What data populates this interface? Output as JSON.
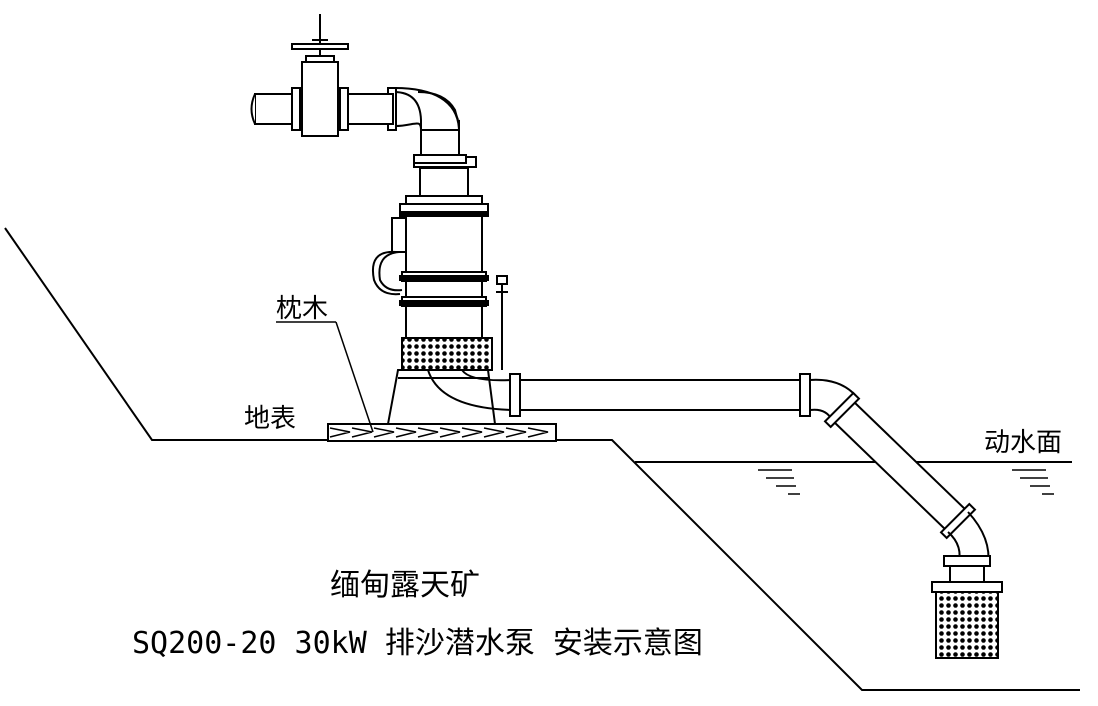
{
  "labels": {
    "sleeper": "枕木",
    "ground_surface": "地表",
    "dynamic_water_level": "动水面"
  },
  "title": {
    "line1": "缅甸露天矿",
    "line2": "SQ200-20 30kW 排沙潜水泵 安装示意图"
  },
  "colors": {
    "stroke": "#000000",
    "background": "#ffffff"
  }
}
